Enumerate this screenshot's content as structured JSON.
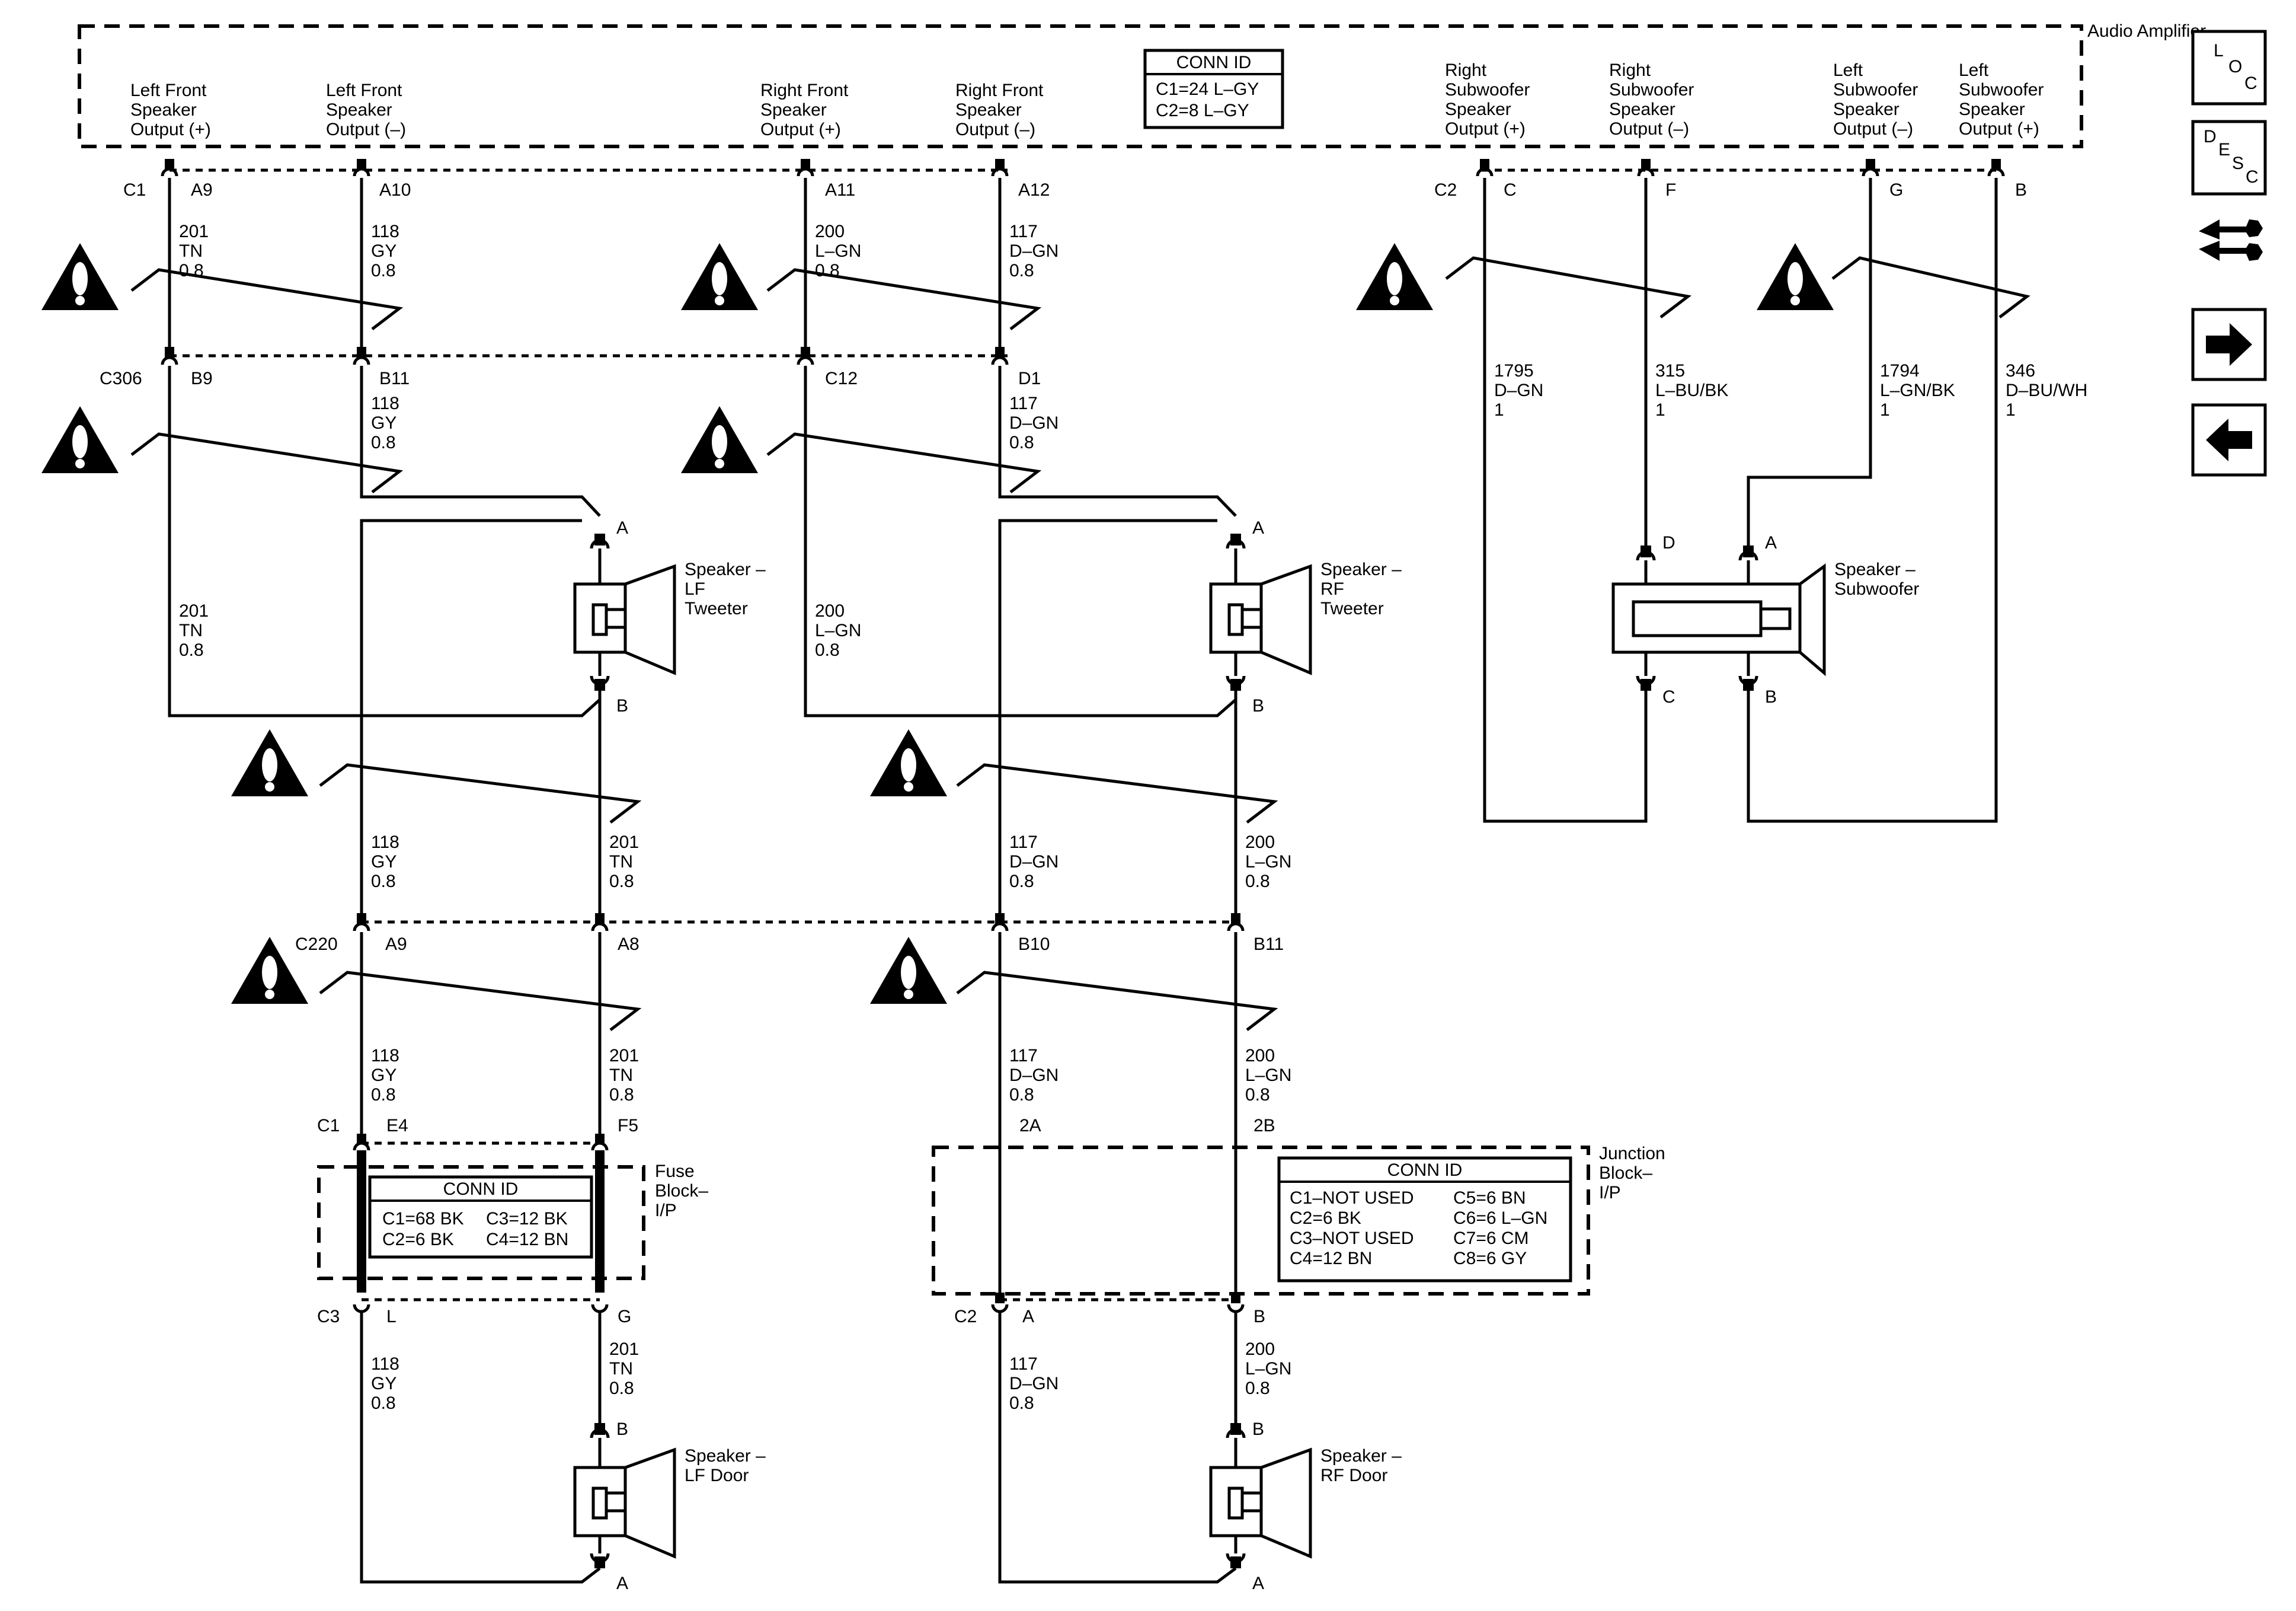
{
  "amplifier": {
    "name": "Audio Amplifier",
    "outputs": {
      "lf_pos": "Left Front Speaker Output (+)",
      "lf_neg": "Left Front Speaker Output (–)",
      "rf_pos": "Right Front Speaker Output (+)",
      "rf_neg": "Right Front Speaker Output (–)",
      "rsub_pos": "Right Subwoofer Speaker Output (+)",
      "rsub_neg": "Right Subwoofer Speaker Output (–)",
      "lsub_neg": "Left Subwoofer Speaker Output (–)",
      "lsub_pos": "Left Subwoofer Speaker Output (+)"
    },
    "conn_id": {
      "title": "CONN ID",
      "lines": [
        "C1=24 L–GY",
        "C2=8 L–GY"
      ]
    }
  },
  "connectors": {
    "c1": "C1",
    "c2": "C2",
    "c306": "C306",
    "c220": "C220",
    "fuse_c1": "C1",
    "fuse_c3": "C3",
    "jb_c2": "C2"
  },
  "pins": {
    "a9": "A9",
    "a10": "A10",
    "a11": "A11",
    "a12": "A12",
    "c": "C",
    "f": "F",
    "g": "G",
    "b": "B",
    "b9": "B9",
    "b11": "B11",
    "c12": "C12",
    "d1": "D1",
    "lf_tw_a": "A",
    "lf_tw_b": "B",
    "rf_tw_a": "A",
    "rf_tw_b": "B",
    "sub_d": "D",
    "sub_a": "A",
    "sub_c": "C",
    "sub_b": "B",
    "c220_a9": "A9",
    "c220_a8": "A8",
    "c220_b10": "B10",
    "c220_b11": "B11",
    "e4": "E4",
    "f5": "F5",
    "l": "L",
    "g2": "G",
    "j2a": "2A",
    "j2b": "2B",
    "ja": "A",
    "jb": "B",
    "lfd_b": "B",
    "lfd_a": "A",
    "rfd_b": "B",
    "rfd_a": "A"
  },
  "wires": {
    "w201a": [
      "201",
      "TN",
      "0.8"
    ],
    "w118a": [
      "118",
      "GY",
      "0.8"
    ],
    "w200a": [
      "200",
      "L–GN",
      "0.8"
    ],
    "w117a": [
      "117",
      "D–GN",
      "0.8"
    ],
    "w1795": [
      "1795",
      "D–GN",
      "1"
    ],
    "w315": [
      "315",
      "L–BU/BK",
      "1"
    ],
    "w1794": [
      "1794",
      "L–GN/BK",
      "1"
    ],
    "w346": [
      "346",
      "D–BU/WH",
      "1"
    ],
    "w118b": [
      "118",
      "GY",
      "0.8"
    ],
    "w117b": [
      "117",
      "D–GN",
      "0.8"
    ],
    "w201b": [
      "201",
      "TN",
      "0.8"
    ],
    "w200b": [
      "200",
      "L–GN",
      "0.8"
    ],
    "w118c": [
      "118",
      "GY",
      "0.8"
    ],
    "w201c": [
      "201",
      "TN",
      "0.8"
    ],
    "w117c": [
      "117",
      "D–GN",
      "0.8"
    ],
    "w200c": [
      "200",
      "L–GN",
      "0.8"
    ],
    "w118d": [
      "118",
      "GY",
      "0.8"
    ],
    "w201d": [
      "201",
      "TN",
      "0.8"
    ],
    "w117d": [
      "117",
      "D–GN",
      "0.8"
    ],
    "w200d": [
      "200",
      "L–GN",
      "0.8"
    ],
    "w118e": [
      "118",
      "GY",
      "0.8"
    ],
    "w201e": [
      "201",
      "TN",
      "0.8"
    ],
    "w117e": [
      "117",
      "D–GN",
      "0.8"
    ],
    "w200e": [
      "200",
      "L–GN",
      "0.8"
    ]
  },
  "speakers": {
    "lf_tweeter": "Speaker – LF Tweeter",
    "rf_tweeter": "Speaker – RF Tweeter",
    "subwoofer": "Speaker – Subwoofer",
    "lf_door": "Speaker – LF Door",
    "rf_door": "Speaker – RF Door"
  },
  "fuse_block": {
    "name": "Fuse Block– I/P",
    "conn_id": {
      "title": "CONN ID",
      "lines": [
        "C1=68 BK",
        "C3=12 BK",
        "C2=6 BK",
        "C4=12 BN"
      ]
    }
  },
  "junction_block": {
    "name": "Junction Block– I/P",
    "conn_id": {
      "title": "CONN ID",
      "lines": [
        "C1–NOT USED",
        "C5=6 BN",
        "C2=6 BK",
        "C6=6 L–GN",
        "C3–NOT USED",
        "C7=6 CM",
        "C4=12 BN",
        "C8=6 GY"
      ]
    }
  },
  "nav": {
    "loc": [
      "L",
      "O",
      "C"
    ],
    "desc": [
      "D",
      "E",
      "S",
      "C"
    ]
  },
  "icons": [
    "caution-icon",
    "loc-icon",
    "desc-icon",
    "harness-icon",
    "next-arrow-icon",
    "back-arrow-icon"
  ]
}
